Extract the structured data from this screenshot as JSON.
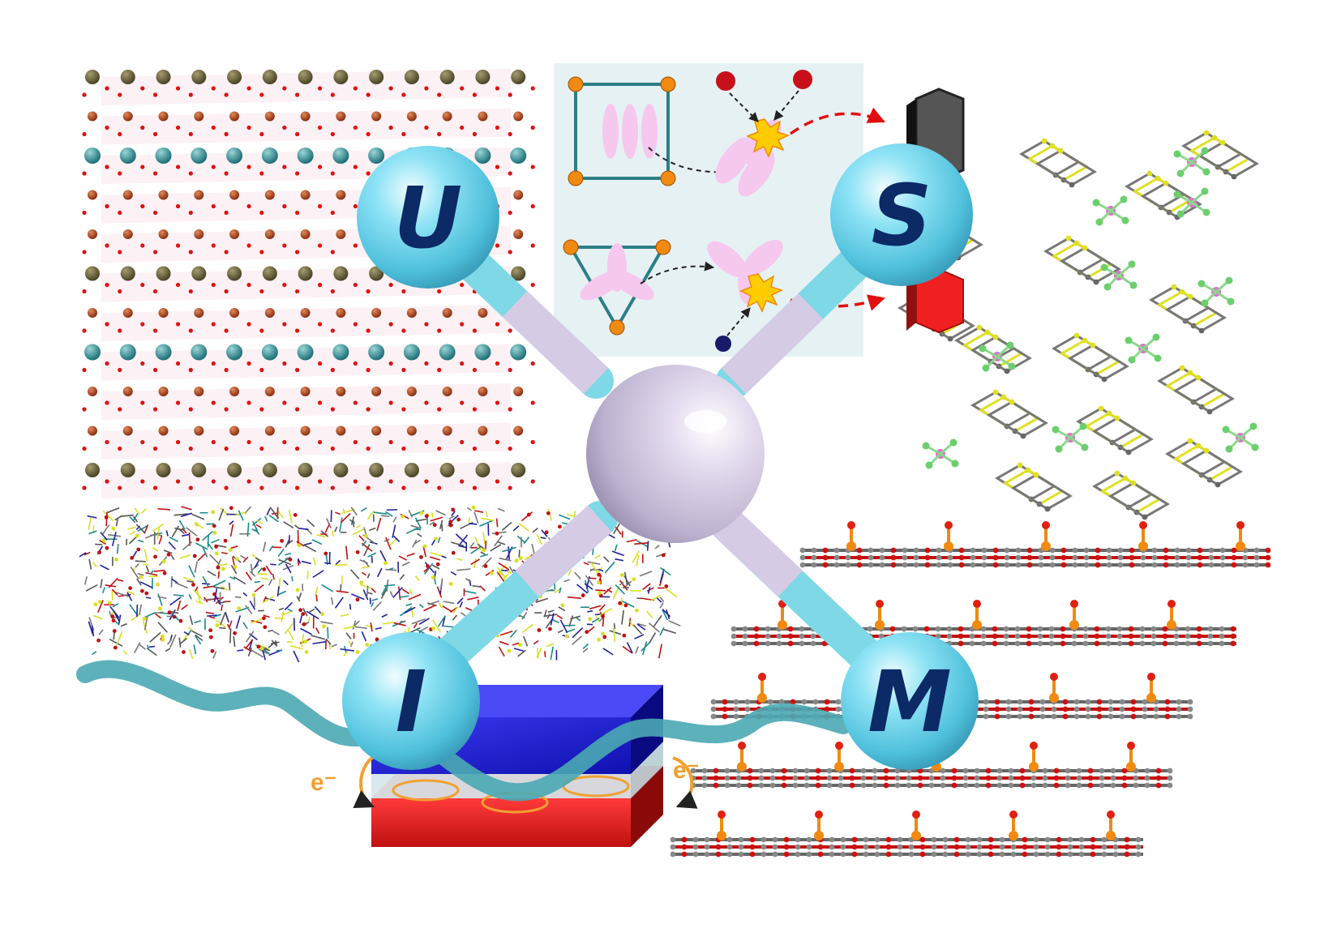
{
  "nodes": {
    "top_left": "U",
    "top_right": "S",
    "bottom_left": "I",
    "bottom_right": "M"
  },
  "electron_labels": {
    "left": "e⁻",
    "right": "e⁻"
  },
  "colors": {
    "node_sphere": "#6fd6ee",
    "node_letter": "#0b2a66",
    "center_sphere": "#d7cfe6",
    "bond_cyan": "#7fd8e6",
    "bond_lavender": "#cfc3de",
    "wave": "#4aa8b2",
    "inset_bg": "#e6f1f4",
    "electron_arrow": "#f0a030"
  }
}
